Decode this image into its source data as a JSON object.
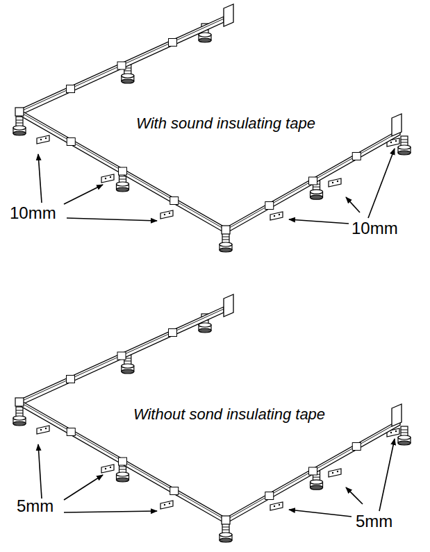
{
  "diagram": {
    "labels": [
      "With sound insulating tape",
      "10mm",
      "10mm",
      "Without sond insulating tape",
      "5mm",
      "5mm"
    ]
  }
}
